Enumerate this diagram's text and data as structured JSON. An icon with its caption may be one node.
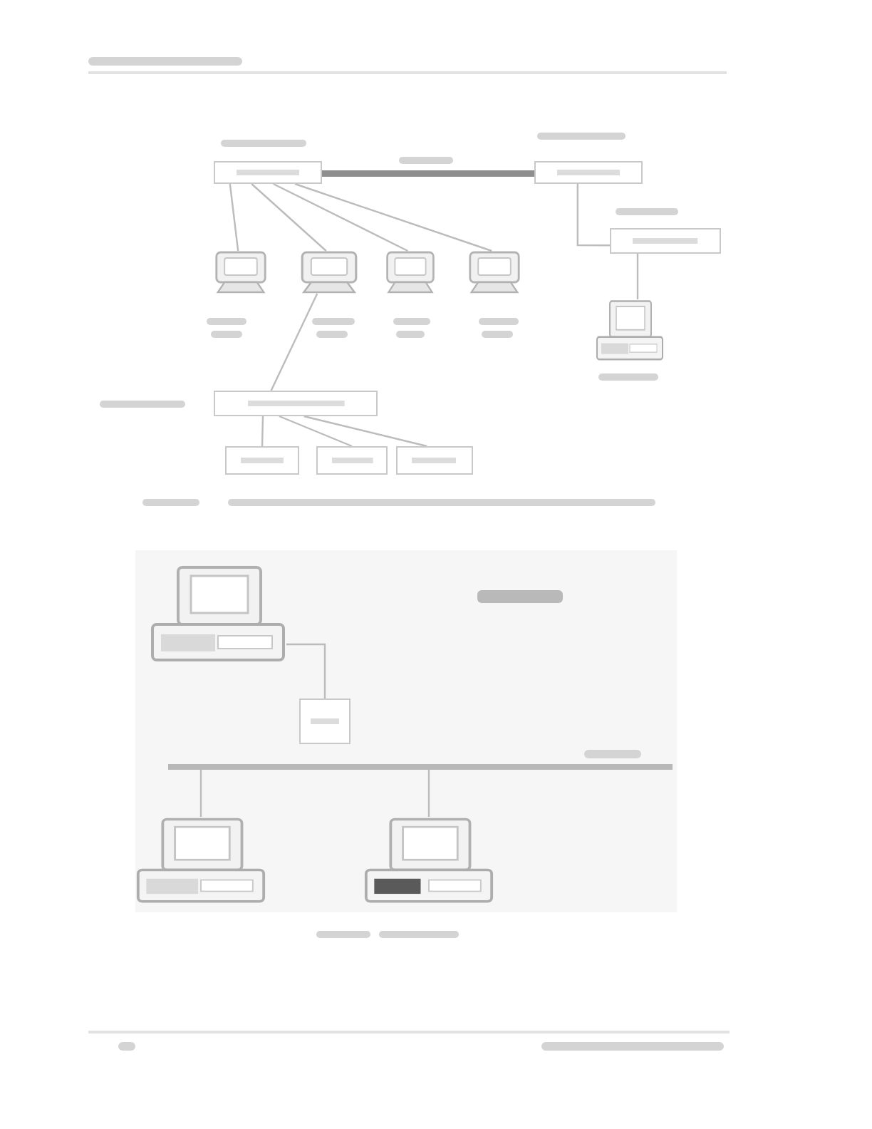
{
  "diagram": {
    "nodes": [
      {
        "text": [],
        "shape": "box"
      },
      {
        "text": [],
        "shape": "box"
      },
      {
        "text": [],
        "shape": "box"
      },
      {
        "text": [],
        "shape": "picture"
      },
      {
        "text": [],
        "shape": "picture"
      },
      {
        "text": [],
        "shape": "picture"
      },
      {
        "text": [],
        "shape": "picture"
      },
      {
        "text": [],
        "shape": "picture"
      },
      {
        "text": [],
        "shape": "box"
      },
      {
        "text": [],
        "shape": "box"
      },
      {
        "text": [],
        "shape": "box"
      },
      {
        "text": [],
        "shape": "box"
      },
      {
        "text": [],
        "shape": "picture"
      },
      {
        "text": [],
        "shape": "box"
      },
      {
        "text": [],
        "shape": "bar"
      },
      {
        "text": [],
        "shape": "picture"
      },
      {
        "text": [],
        "shape": "picture"
      }
    ],
    "edges": [
      {
        "from": 0,
        "to": 1,
        "arrow": "none",
        "style": "thick"
      },
      {
        "from": 0,
        "to": 3,
        "arrow": "none"
      },
      {
        "from": 0,
        "to": 4,
        "arrow": "none"
      },
      {
        "from": 0,
        "to": 5,
        "arrow": "none"
      },
      {
        "from": 0,
        "to": 6,
        "arrow": "none"
      },
      {
        "from": 1,
        "to": 2,
        "arrow": "none"
      },
      {
        "from": 2,
        "to": 7,
        "arrow": "none"
      },
      {
        "from": 4,
        "to": 8,
        "arrow": "none"
      },
      {
        "from": 8,
        "to": 9,
        "arrow": "none"
      },
      {
        "from": 8,
        "to": 10,
        "arrow": "none"
      },
      {
        "from": 8,
        "to": 11,
        "arrow": "none"
      },
      {
        "from": 12,
        "to": 13,
        "arrow": "none"
      },
      {
        "from": 15,
        "to": 14,
        "arrow": "none"
      },
      {
        "from": 16,
        "to": 14,
        "arrow": "none"
      }
    ]
  }
}
